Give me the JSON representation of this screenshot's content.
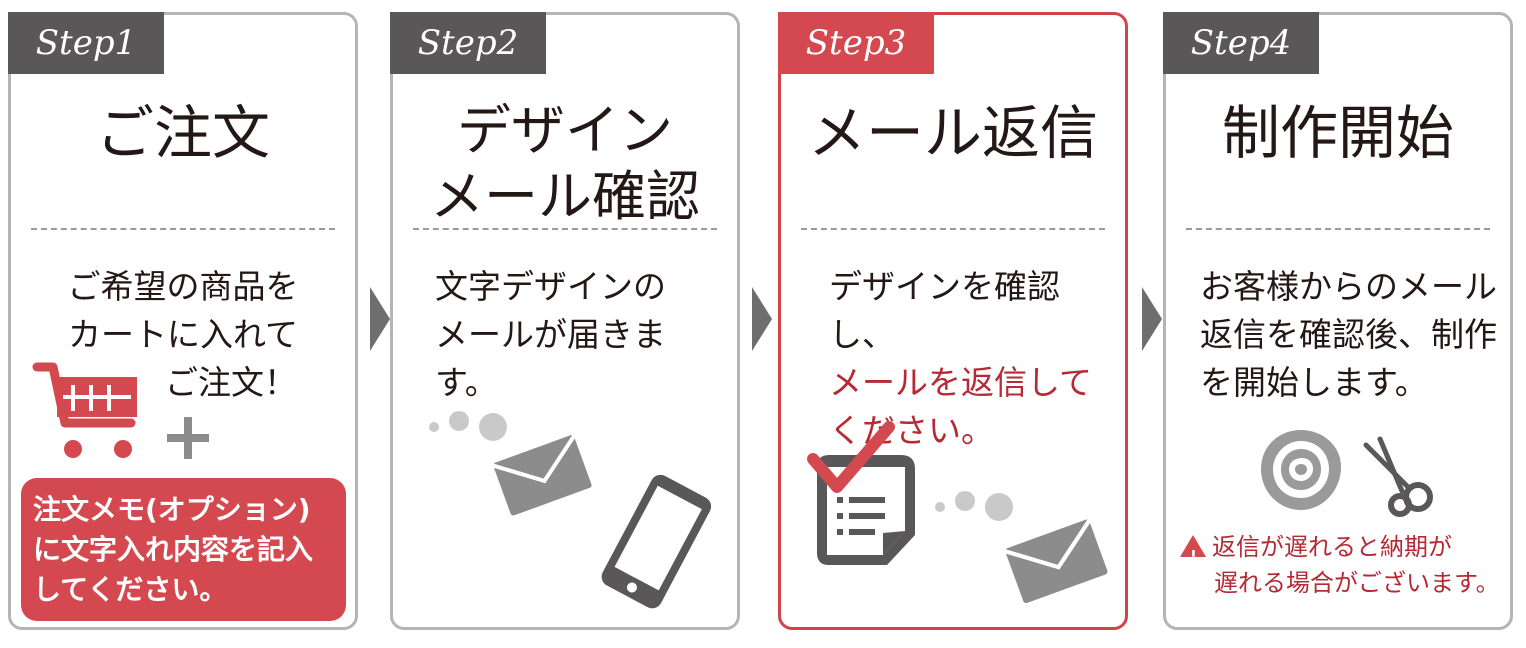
{
  "steps": [
    {
      "tab": "Step1",
      "title": "ご注文",
      "desc": [
        "ご希望の商品を",
        "カートに入れて",
        "　　　　ご注文！"
      ],
      "memo": "注文メモ(オプション) に文字入れ内容を記入してください。"
    },
    {
      "tab": "Step2",
      "title": [
        "デザイン",
        "メール確認"
      ],
      "desc": [
        "文字デザインの",
        "メールが届きます。"
      ]
    },
    {
      "tab": "Step3",
      "title": "メール返信",
      "desc": "デザインを確認し、",
      "desc_red": [
        "メールを返信して",
        "ください。"
      ]
    },
    {
      "tab": "Step4",
      "title": "制作開始",
      "desc": [
        "お客様からのメール",
        "返信を確認後、制作",
        "を開始します。"
      ],
      "warning": [
        "返信が遅れると納期が",
        "遅れる場合がございます。"
      ]
    }
  ],
  "icons": [
    "cart-icon",
    "plus-icon",
    "dots-icon",
    "mail-icon",
    "smartphone-icon",
    "checklist-icon",
    "rose-icon",
    "scissors-icon",
    "warning-icon",
    "chevron-right-icon"
  ],
  "colors": {
    "accent": "#d4494f",
    "tab_dark": "#595757",
    "border": "#b5b5b5",
    "icon_gray": "#8c8c8c",
    "text_red": "#b62a35"
  }
}
